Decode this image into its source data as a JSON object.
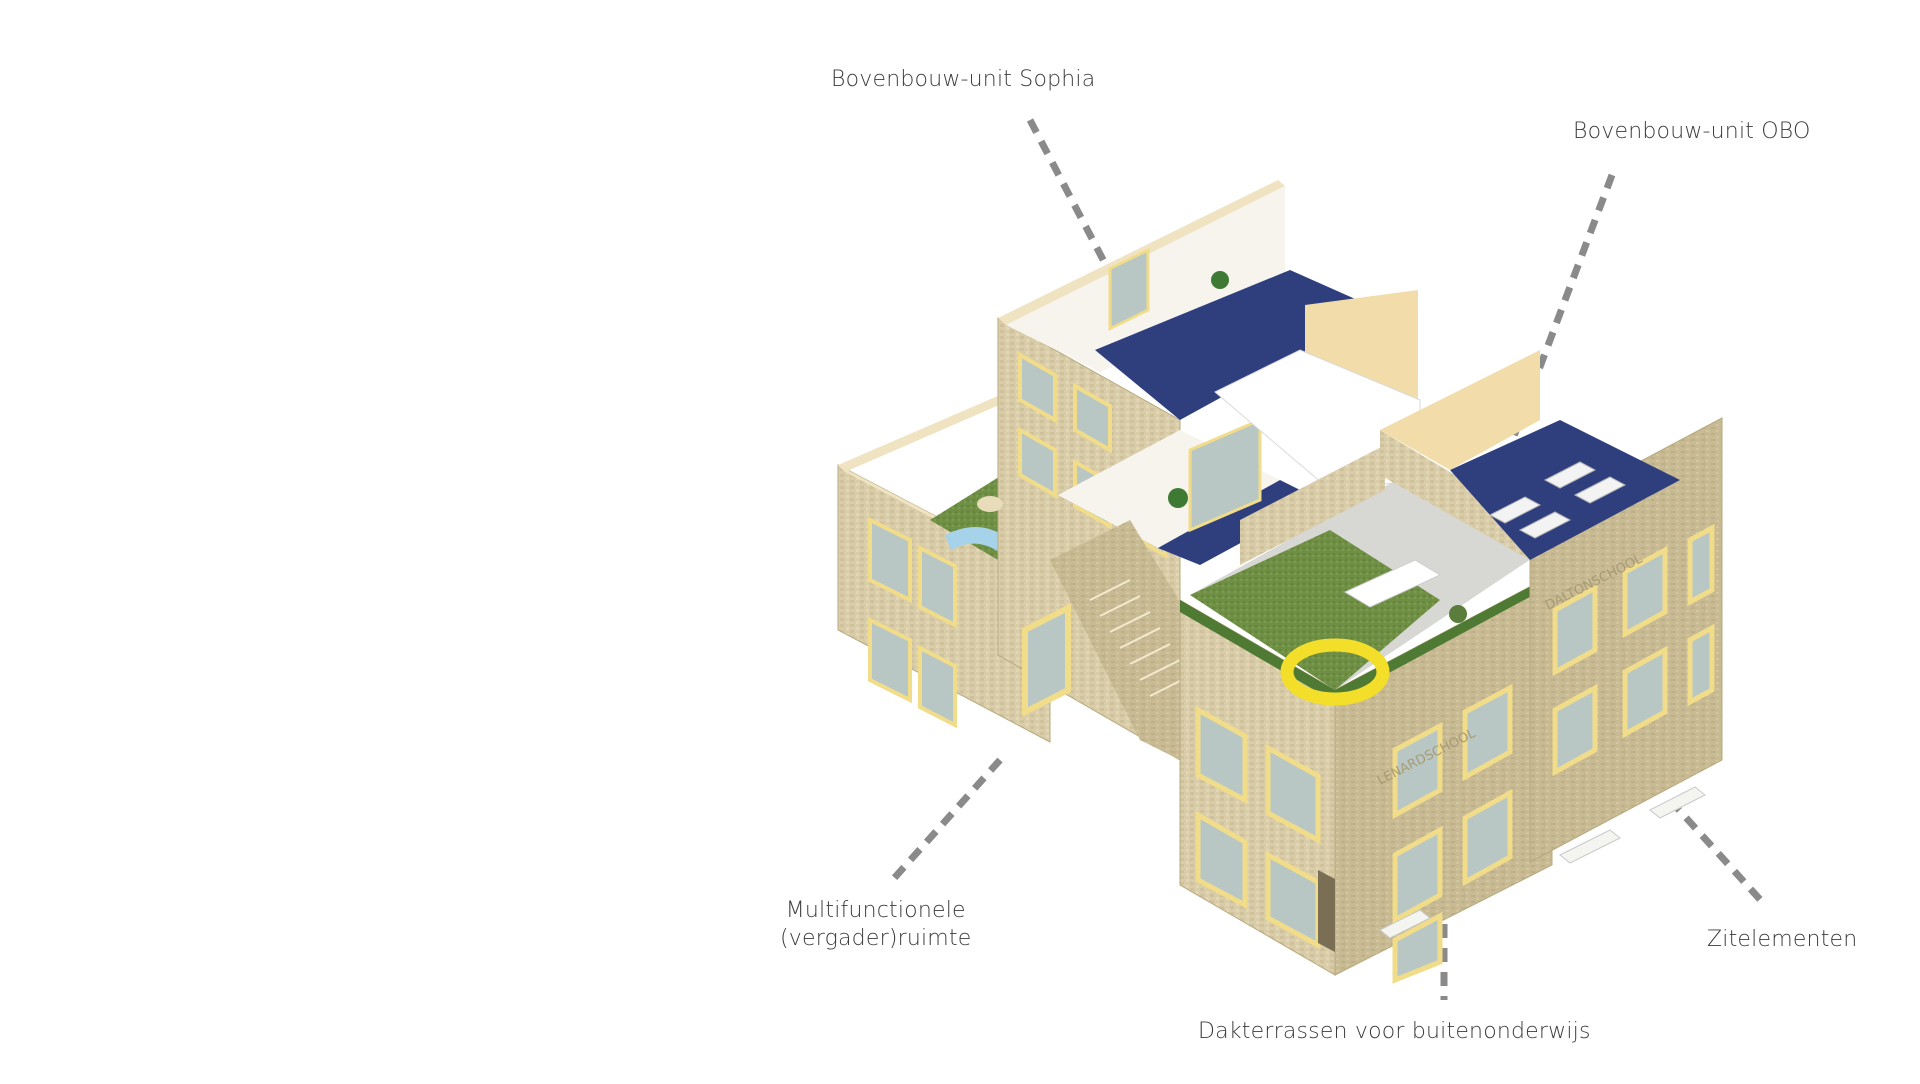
{
  "labels": {
    "sophia": "Bovenbouw-unit Sophia",
    "obo": "Bovenbouw-unit OBO",
    "multi_line1": "Multifunctionele",
    "multi_line2": "(vergader)ruimte",
    "dakterrassen": "Dakterrassen voor buitenonderwijs",
    "zitelementen": "Zitelementen"
  },
  "signage": {
    "right_facade": "DALTONSCHOOL",
    "front_facade": "LENARDSCHOOL"
  },
  "colors": {
    "brick": "#d9cca8",
    "brick_shade": "#c6b891",
    "window_frame": "#f1dc8a",
    "glass": "#b9c7c4",
    "floor_blue": "#2f3f7e",
    "grass": "#6f8f45",
    "ring_yellow": "#f3df2a",
    "wall_cream": "#f2ddaa",
    "leader_gray": "#8a8a8a",
    "text": "#3b3b3b"
  }
}
